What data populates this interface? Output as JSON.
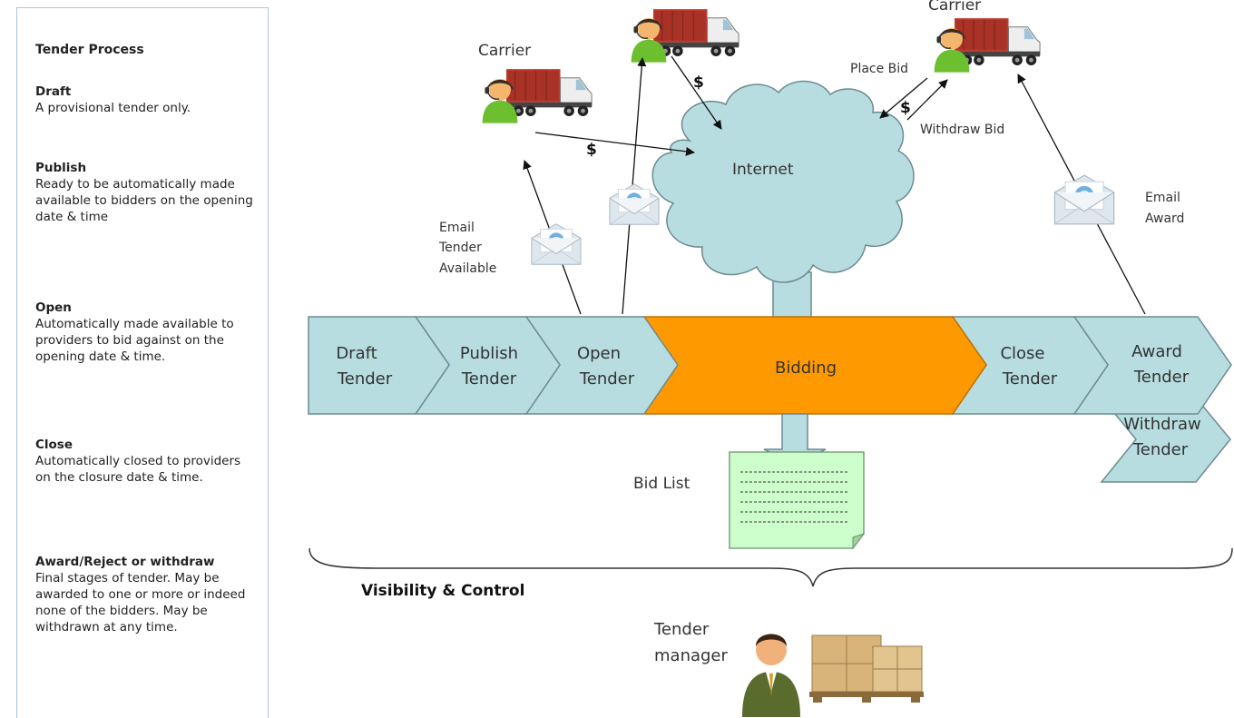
{
  "sidebar": {
    "title": "Tender Process",
    "sections": [
      {
        "heading": "Draft",
        "body": "A provisional tender only."
      },
      {
        "heading": "Publish",
        "body": "Ready to be automatically made available to bidders on the opening date & time"
      },
      {
        "heading": "Open",
        "body": "Automatically made available to providers to bid against on the opening date & time."
      },
      {
        "heading": "Close",
        "body": "Automatically closed to providers on the closure date & time."
      },
      {
        "heading": "Award/Reject or withdraw",
        "body": "Final stages of tender. May be awarded to one or more or indeed none of the bidders. May be withdrawn at any time."
      }
    ]
  },
  "diagram": {
    "carriers": [
      "Carrier",
      "Carrier"
    ],
    "internet_label": "Internet",
    "dollar": "$",
    "place_bid": "Place Bid",
    "withdraw_bid": "Withdraw Bid",
    "email_tender": [
      "Email",
      "Tender",
      "Available"
    ],
    "email_award": [
      "Email",
      "Award"
    ],
    "stages": {
      "draft": [
        "Draft",
        "Tender"
      ],
      "publish": [
        "Publish",
        "Tender"
      ],
      "open": [
        "Open",
        "Tender"
      ],
      "bidding": "Bidding",
      "close": [
        "Close",
        "Tender"
      ],
      "award": [
        "Award",
        "Tender"
      ],
      "withdraw": [
        "Withdraw",
        "Tender"
      ]
    },
    "bid_list": "Bid List",
    "visibility": "Visibility & Control",
    "tender_manager": [
      "Tender",
      "manager"
    ]
  },
  "colors": {
    "stage_fill": "#b7dde0",
    "bidding_fill": "#ff9900",
    "cloud_fill": "#b7dde0",
    "bidlist_fill": "#ccffcc",
    "sidebar_border": "#a9c8e6"
  },
  "icons": [
    "carrier-truck-icon",
    "email-envelope-icon",
    "tender-manager-icon",
    "pallet-boxes-icon"
  ]
}
